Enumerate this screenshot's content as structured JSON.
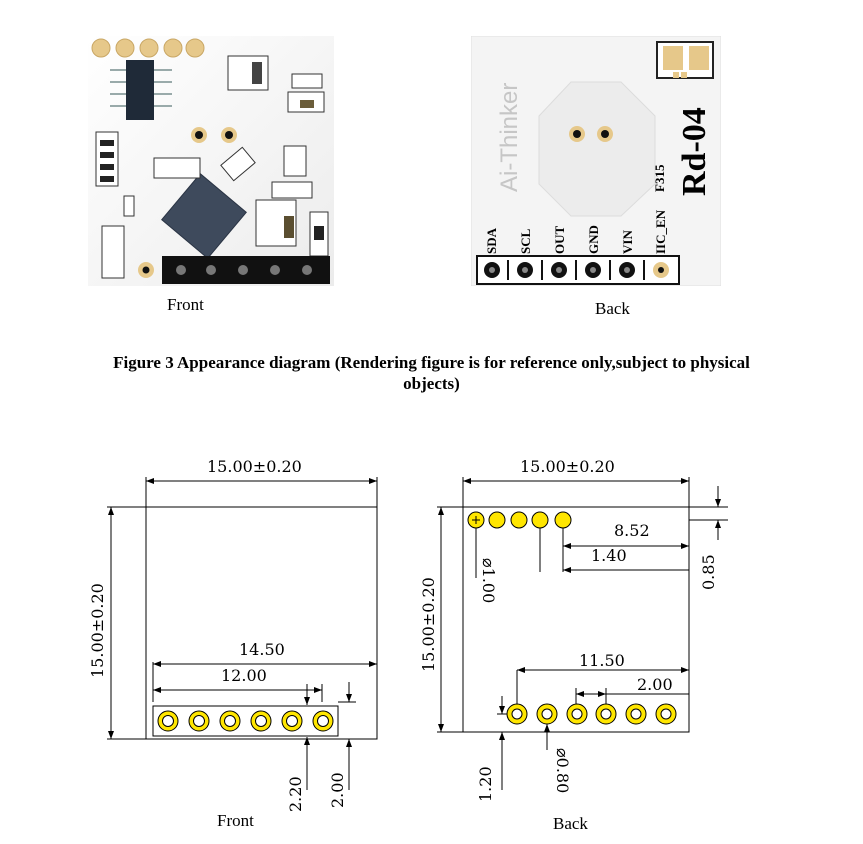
{
  "photos": {
    "front_label": "Front",
    "back_label": "Back",
    "back_brand": "Ai-Thinker",
    "back_model": "Rd-04",
    "back_code": "F315",
    "back_pins": [
      "SDA",
      "SCL",
      "OUT",
      "GND",
      "VIN",
      "IIC_EN"
    ]
  },
  "figure_caption_line1": "Figure 3 Appearance diagram (Rendering figure is for reference only,subject to physical",
  "figure_caption_line2": "objects)",
  "drawing_front": {
    "label": "Front",
    "width_dim": "15.00±0.20",
    "height_dim": "15.00±0.20",
    "dim_a": "14.50",
    "dim_b": "12.00",
    "dim_c": "2.20",
    "dim_d": "2.00"
  },
  "drawing_back": {
    "label": "Back",
    "width_dim": "15.00±0.20",
    "height_dim": "15.00±0.20",
    "dim_top_a": "8.52",
    "dim_top_b": "1.40",
    "dim_hole_top": "⌀1.00",
    "dim_side": "0.85",
    "dim_bottom_a": "11.50",
    "dim_bottom_b": "2.00",
    "dim_hole_bottom": "⌀0.80",
    "dim_bottom_c": "1.20"
  },
  "colors": {
    "pad_gold": "#ffe600",
    "pcb_white": "#f4f4f4",
    "chip": "#3e4a5c"
  }
}
